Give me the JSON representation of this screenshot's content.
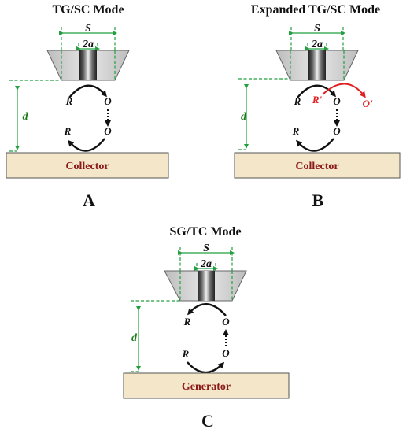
{
  "panels": [
    {
      "title": "TG/SC Mode",
      "letter": "A",
      "box_label": "Collector",
      "spacing_label": "S",
      "tip_label": "2a",
      "distance_label": "d",
      "species": {
        "r_top": "R",
        "o_top": "O",
        "r_bottom": "R",
        "o_bottom": "O"
      }
    },
    {
      "title": "Expanded TG/SC Mode",
      "letter": "B",
      "box_label": "Collector",
      "spacing_label": "S",
      "tip_label": "2a",
      "distance_label": "d",
      "species": {
        "r_top": "R",
        "o_top": "O",
        "r_bottom": "R",
        "o_bottom": "O",
        "r_prime": "R'",
        "o_prime": "O'"
      }
    },
    {
      "title": "SG/TC Mode",
      "letter": "C",
      "box_label": "Generator",
      "spacing_label": "S",
      "tip_label": "2a",
      "distance_label": "d",
      "species": {
        "r_top": "R",
        "o_top": "O",
        "r_bottom": "R",
        "o_bottom": "O"
      }
    }
  ],
  "colors": {
    "box_fill": "#f4e6c8",
    "box_label": "#8b1a1a",
    "dimension_lines": "#22a040",
    "side_reaction": "#e02020"
  }
}
